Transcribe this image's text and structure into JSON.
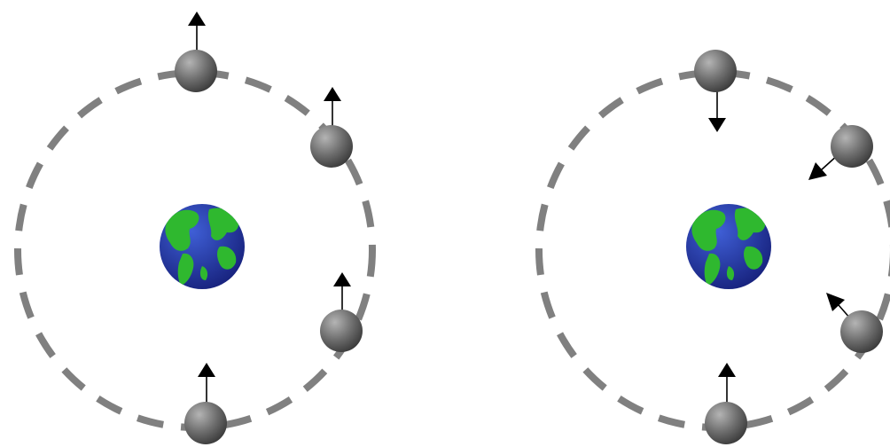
{
  "colors": {
    "background": "#ffffff",
    "orbit": "#808080",
    "moon_light": "#b4b4b4",
    "moon_mid": "#6e6e6e",
    "moon_dark": "#3a3a3a",
    "earth_ocean_light": "#3f5fd6",
    "earth_ocean_dark": "#16207a",
    "earth_land": "#2fb82f",
    "arrow": "#000000"
  },
  "icons": {
    "earth": "earth-globe-icon",
    "moon": "moon-sphere-icon",
    "arrow": "direction-arrow-icon"
  },
  "panels": [
    {
      "name": "left-panel",
      "description_key": "constant-direction",
      "moons": [
        {
          "position": "top",
          "arrow_direction": "up"
        },
        {
          "position": "upper-right",
          "arrow_direction": "up"
        },
        {
          "position": "lower-right",
          "arrow_direction": "up"
        },
        {
          "position": "bottom",
          "arrow_direction": "up"
        }
      ]
    },
    {
      "name": "right-panel",
      "description_key": "pointing-toward-earth",
      "moons": [
        {
          "position": "top",
          "arrow_direction": "down"
        },
        {
          "position": "upper-right",
          "arrow_direction": "down-left"
        },
        {
          "position": "lower-right",
          "arrow_direction": "up-left"
        },
        {
          "position": "bottom",
          "arrow_direction": "up"
        }
      ]
    }
  ]
}
